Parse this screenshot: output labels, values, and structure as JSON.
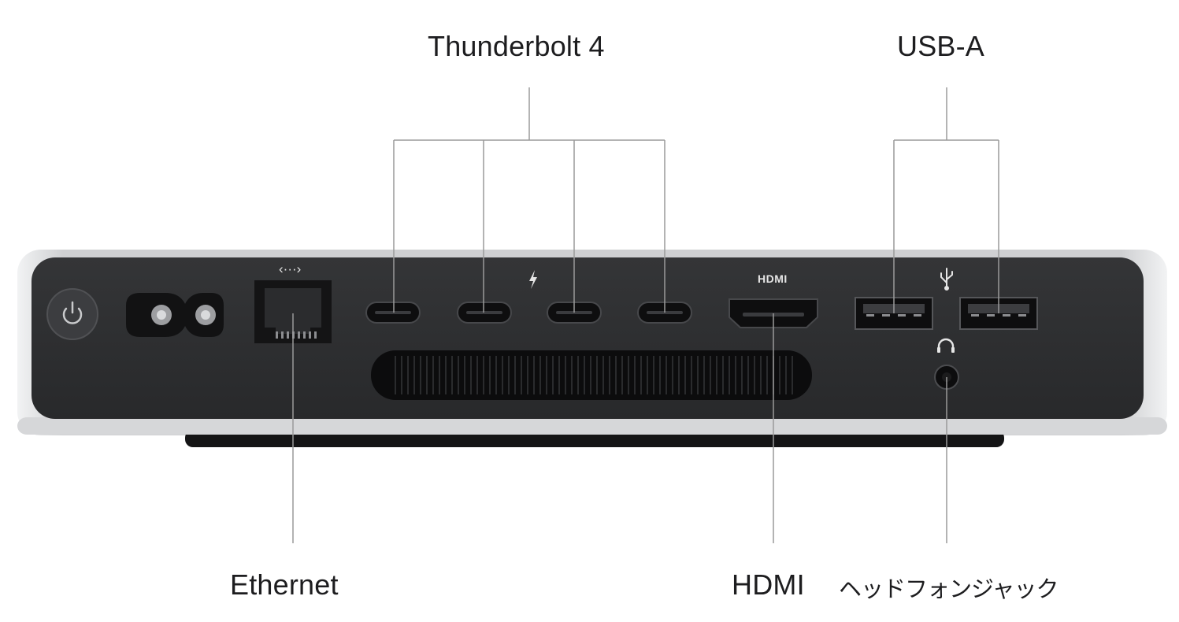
{
  "callouts": {
    "thunderbolt": "Thunderbolt 4",
    "usb_a": "USB-A",
    "ethernet": "Ethernet",
    "hdmi": "HDMI",
    "headphone_jack": "ヘッドフォンジャック"
  },
  "panel_markings": {
    "hdmi": "HDMI",
    "ethernet_symbol": "‹···›",
    "thunderbolt_symbol": "thunderbolt-bolt-icon",
    "usb_symbol": "usb-trident-icon",
    "headphone_symbol": "headphones-icon"
  },
  "colors": {
    "background": "#ffffff",
    "chassis": "#c9cacc",
    "panel": "#2e2f31",
    "port": "#111112",
    "callout_line": "#9a9a9a",
    "text": "#1d1d1f"
  }
}
